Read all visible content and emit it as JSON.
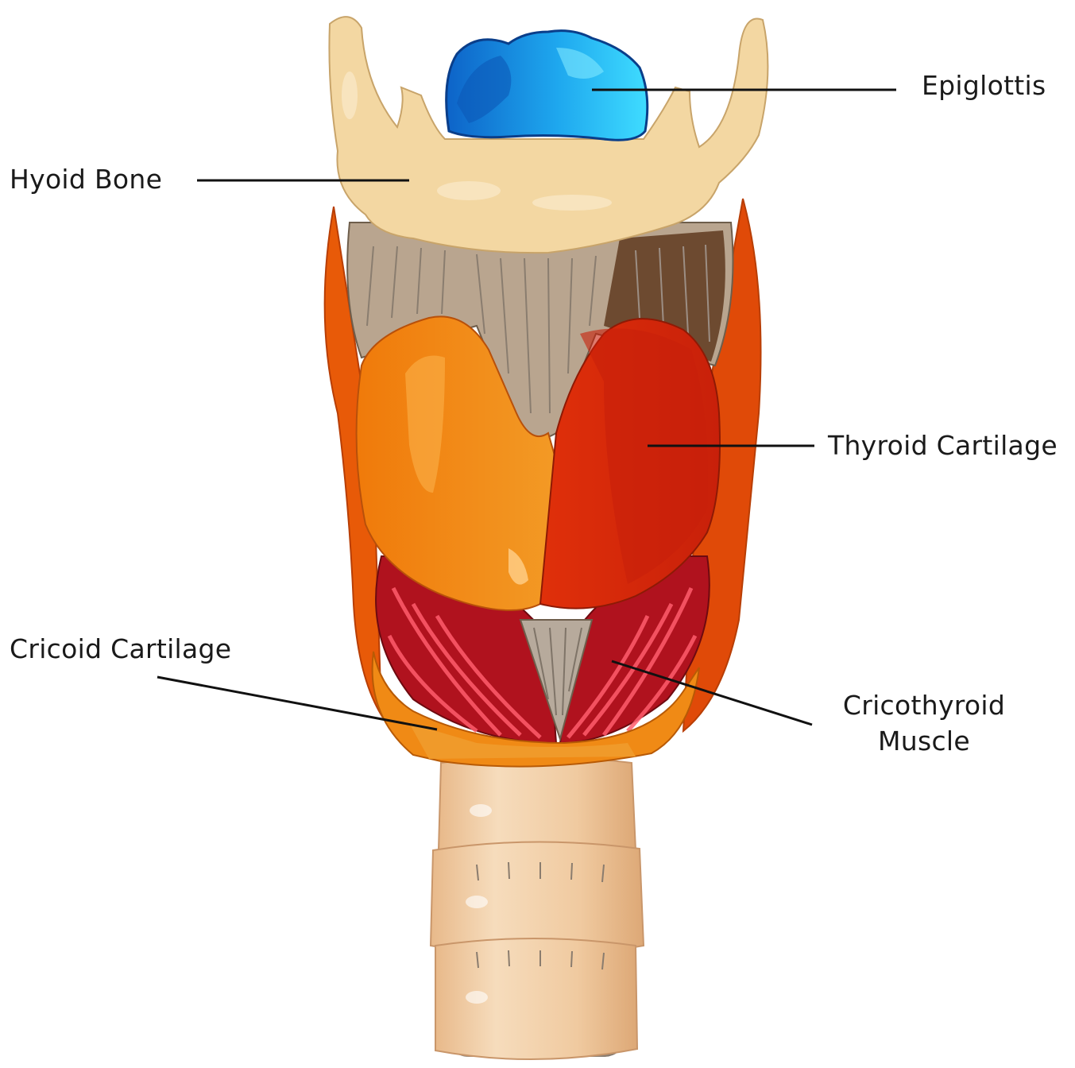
{
  "labels": {
    "epiglottis": "Epiglottis",
    "hyoid_bone": "Hyoid Bone",
    "thyroid_cartilage": "Thyroid Cartilage",
    "cricoid_cartilage": "Cricoid Cartilage",
    "cricothyroid_muscle_line1": "Cricothyroid",
    "cricothyroid_muscle_line2": "Muscle"
  },
  "colors": {
    "epiglottis": "#1ea7ee",
    "hyoid": "#f3d7a2",
    "thyroid": "#f0860f",
    "thyroid_dark": "#d8290a",
    "membrane": "#b9a58f",
    "muscle": "#c8182a",
    "trachea": "#efc9a0",
    "leader_line": "#111111"
  }
}
